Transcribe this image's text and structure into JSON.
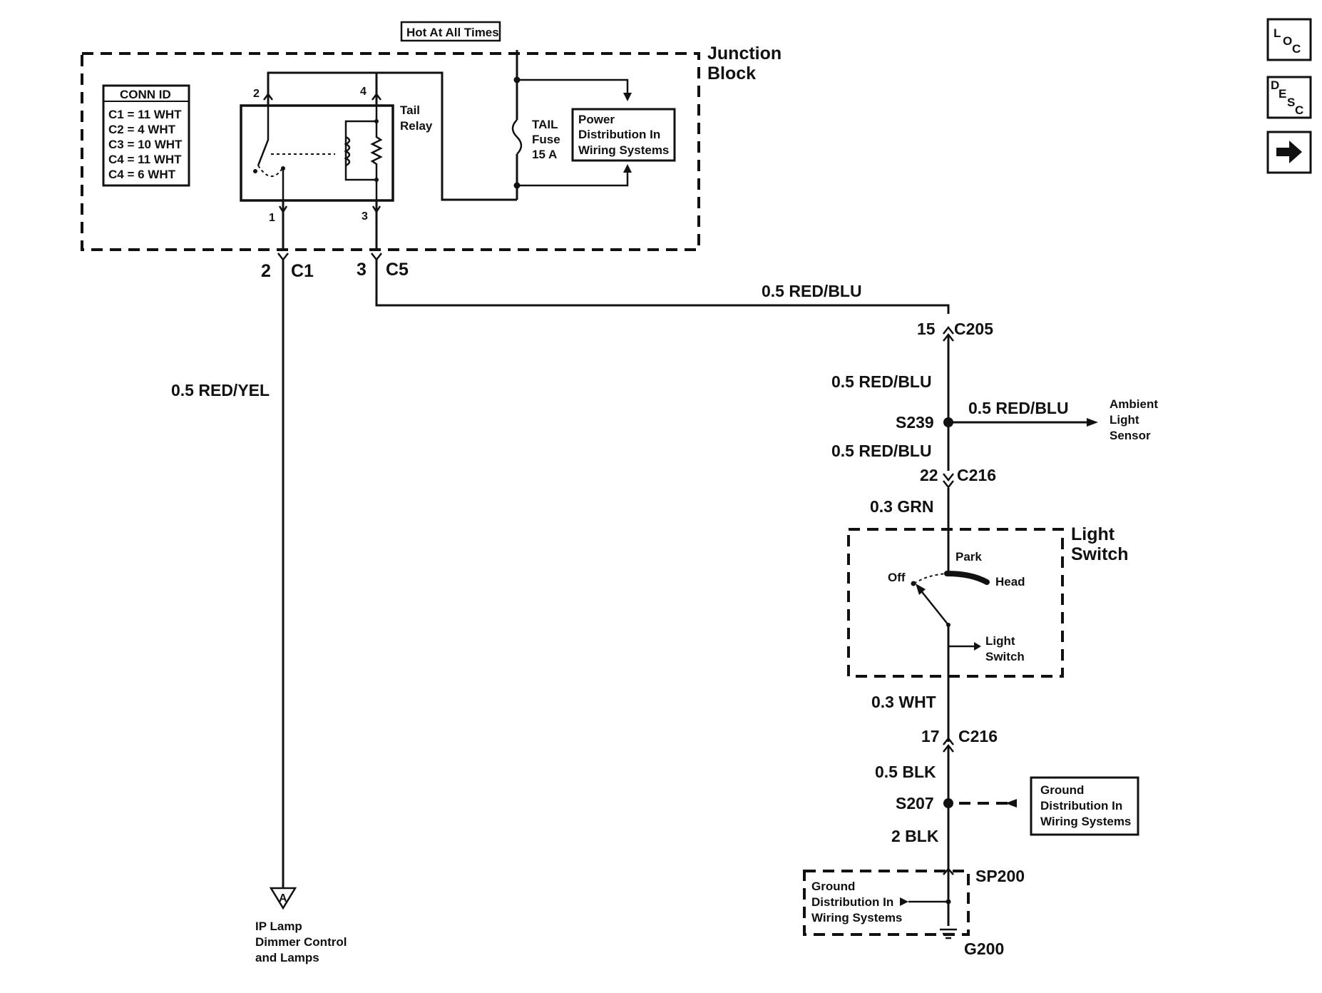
{
  "nav": {
    "loc": {
      "main": "L",
      "sub": "O",
      "sub2": "C"
    },
    "desc": {
      "main": "D",
      "sub": "E",
      "sub2": "S",
      "sub3": "C"
    },
    "next_icon": "right-arrow-icon"
  },
  "junction_block": {
    "line1": "Junction",
    "line2": "Block",
    "hot": "Hot At All Times"
  },
  "conn_id": {
    "title": "CONN ID",
    "rows": [
      "C1 = 11 WHT",
      "C2 = 4 WHT",
      "C3 = 10 WHT",
      "C4 = 11 WHT",
      "C4 = 6 WHT"
    ]
  },
  "relay": {
    "line1": "Tail",
    "line2": "Relay",
    "pins": [
      "2",
      "4",
      "1",
      "3"
    ]
  },
  "fuse": {
    "line1": "TAIL",
    "line2": "Fuse",
    "line3": "15 A"
  },
  "power_dist": {
    "line1": "Power",
    "line2": "Distribution In",
    "line3": "Wiring Systems"
  },
  "connectors": {
    "c1_pin": "2",
    "c1": "C1",
    "c5_pin": "3",
    "c5": "C5",
    "c205_pin": "15",
    "c205": "C205",
    "c216a_pin": "22",
    "c216a": "C216",
    "c216b_pin": "17",
    "c216b": "C216"
  },
  "wires": {
    "red_blu_top": "0.5 RED/BLU",
    "red_yel": "0.5 RED/YEL",
    "red_blu_1": "0.5 RED/BLU",
    "red_blu_branch": "0.5 RED/BLU",
    "red_blu_2": "0.5 RED/BLU",
    "grn": "0.3 GRN",
    "wht": "0.3 WHT",
    "blk": "0.5 BLK",
    "blk2": "2 BLK"
  },
  "splices": {
    "s239": "S239",
    "s207": "S207",
    "sp200": "SP200",
    "g200": "G200"
  },
  "ambient": {
    "line1": "Ambient",
    "line2": "Light",
    "line3": "Sensor"
  },
  "light_switch": {
    "line1": "Light",
    "line2": "Switch",
    "park": "Park",
    "off": "Off",
    "head": "Head",
    "inner1": "Light",
    "inner2": "Switch"
  },
  "ground_dist_right": {
    "line1": "Ground",
    "line2": "Distribution In",
    "line3": "Wiring Systems"
  },
  "ground_dist_left": {
    "line1": "Ground",
    "line2": "Distribution In",
    "line3": "Wiring Systems"
  },
  "ip_lamp": {
    "marker": "A",
    "line1": "IP Lamp",
    "line2": "Dimmer Control",
    "line3": "and Lamps"
  }
}
